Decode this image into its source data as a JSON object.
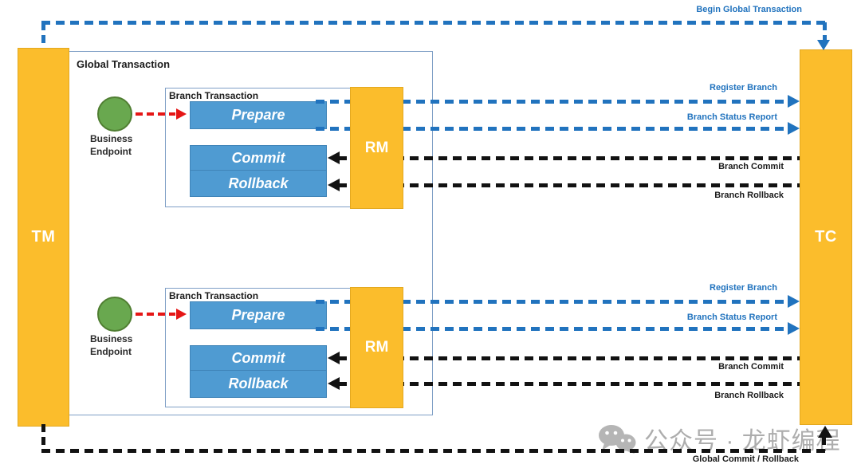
{
  "diagram": {
    "tm_label": "TM",
    "tc_label": "TC",
    "global_box_label": "Global Transaction",
    "begin_arrow_label": "Begin Global Transaction",
    "global_commit_label": "Global Commit / Rollback"
  },
  "branches": [
    {
      "box_label": "Branch Transaction",
      "endpoint_label": "Business Endpoint",
      "rm_label": "RM",
      "prepare_label": "Prepare",
      "commit_label": "Commit",
      "rollback_label": "Rollback",
      "register_label": "Register Branch",
      "status_label": "Branch Status Report",
      "branch_commit_label": "Branch Commit",
      "branch_rollback_label": "Branch Rollback"
    },
    {
      "box_label": "Branch Transaction",
      "endpoint_label": "Business Endpoint",
      "rm_label": "RM",
      "prepare_label": "Prepare",
      "commit_label": "Commit",
      "rollback_label": "Rollback",
      "register_label": "Register Branch",
      "status_label": "Branch Status Report",
      "branch_commit_label": "Branch Commit",
      "branch_rollback_label": "Branch Rollback"
    }
  ],
  "watermark": {
    "text": "公众号 · 龙虾编程",
    "icon": "wechat-icon"
  },
  "colors": {
    "line_blue": "#2173BE",
    "box_blue": "#4F9BD2",
    "node_yellow": "#FBBD2C",
    "endpoint_green": "#69A84F",
    "arrow_red": "#E51616",
    "line_black": "#121212",
    "watermark_gray": "#ADADAD"
  }
}
